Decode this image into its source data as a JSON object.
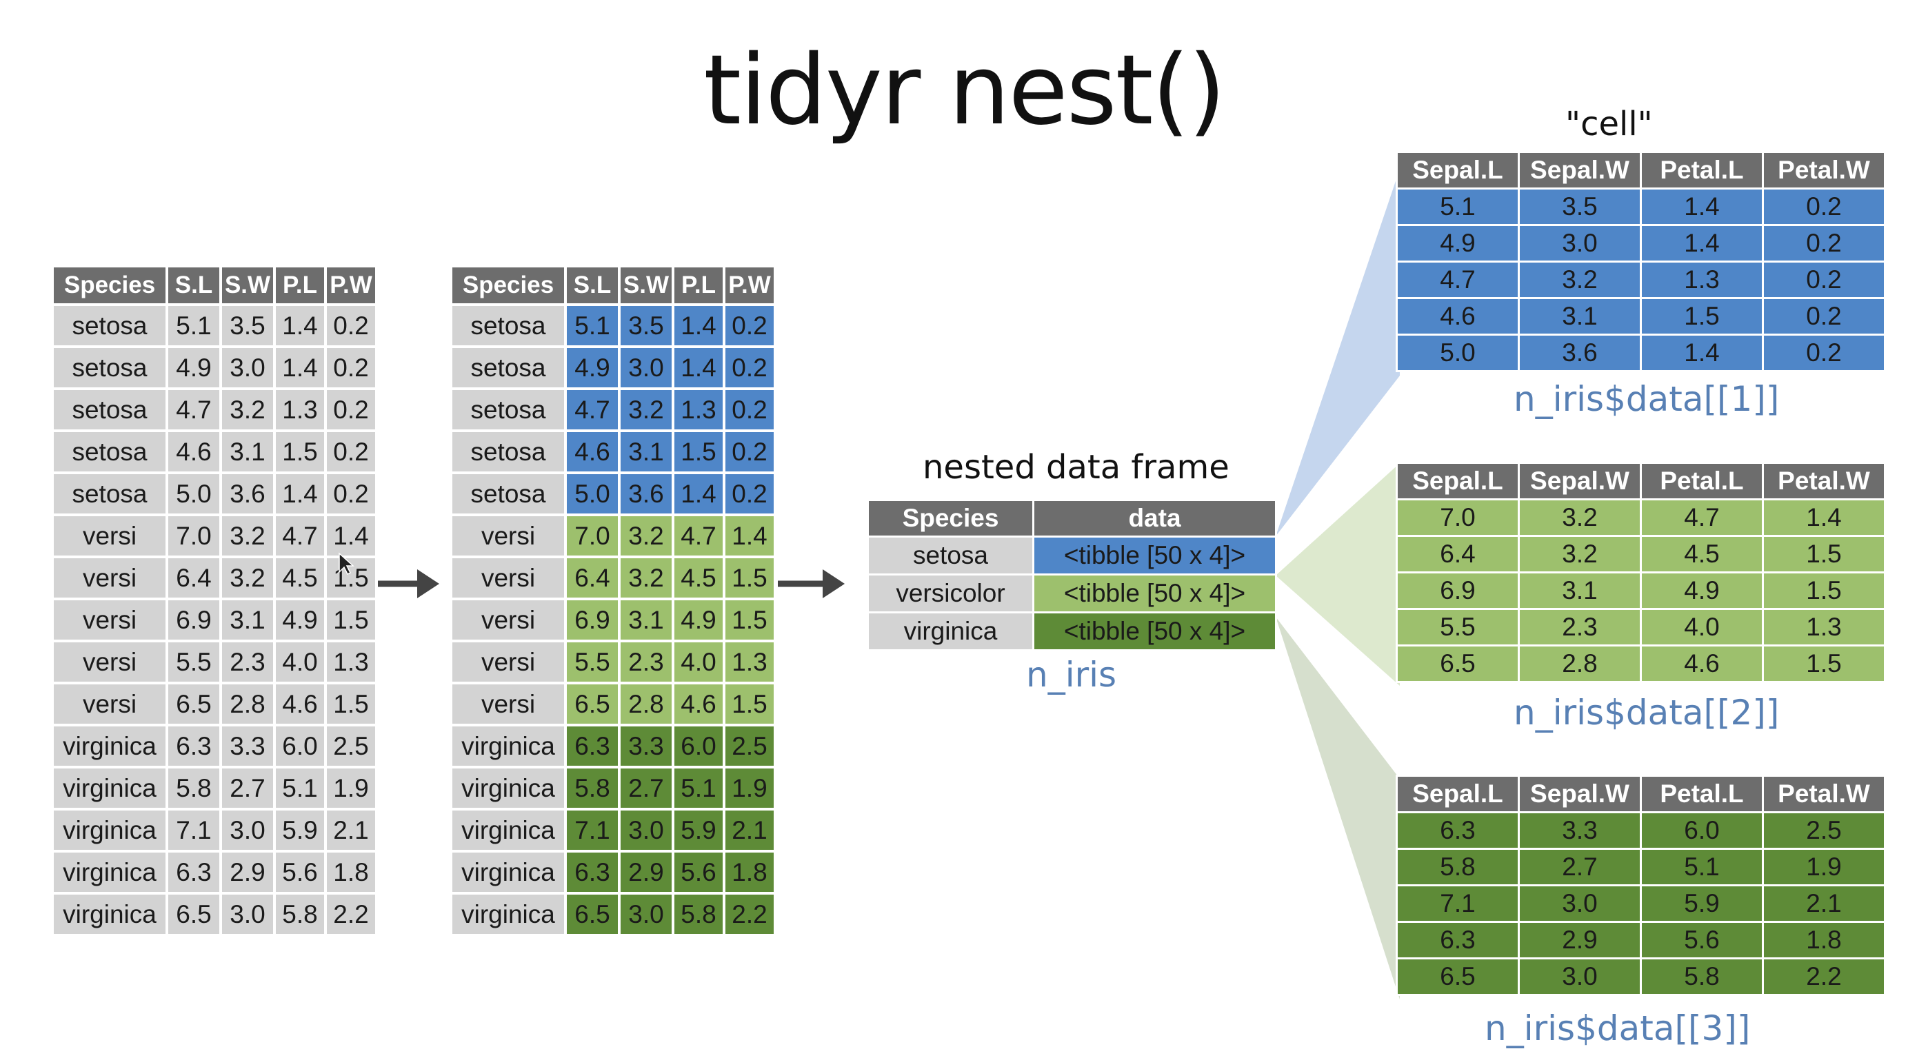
{
  "title": "tidyr nest()",
  "flat_table": {
    "headers": [
      "Species",
      "S.L",
      "S.W",
      "P.L",
      "P.W"
    ],
    "rows": [
      [
        "setosa",
        "5.1",
        "3.5",
        "1.4",
        "0.2"
      ],
      [
        "setosa",
        "4.9",
        "3.0",
        "1.4",
        "0.2"
      ],
      [
        "setosa",
        "4.7",
        "3.2",
        "1.3",
        "0.2"
      ],
      [
        "setosa",
        "4.6",
        "3.1",
        "1.5",
        "0.2"
      ],
      [
        "setosa",
        "5.0",
        "3.6",
        "1.4",
        "0.2"
      ],
      [
        "versi",
        "7.0",
        "3.2",
        "4.7",
        "1.4"
      ],
      [
        "versi",
        "6.4",
        "3.2",
        "4.5",
        "1.5"
      ],
      [
        "versi",
        "6.9",
        "3.1",
        "4.9",
        "1.5"
      ],
      [
        "versi",
        "5.5",
        "2.3",
        "4.0",
        "1.3"
      ],
      [
        "versi",
        "6.5",
        "2.8",
        "4.6",
        "1.5"
      ],
      [
        "virginica",
        "6.3",
        "3.3",
        "6.0",
        "2.5"
      ],
      [
        "virginica",
        "5.8",
        "2.7",
        "5.1",
        "1.9"
      ],
      [
        "virginica",
        "7.1",
        "3.0",
        "5.9",
        "2.1"
      ],
      [
        "virginica",
        "6.3",
        "2.9",
        "5.6",
        "1.8"
      ],
      [
        "virginica",
        "6.5",
        "3.0",
        "5.8",
        "2.2"
      ]
    ]
  },
  "nested_frame": {
    "caption": "nested data frame",
    "headers": [
      "Species",
      "data"
    ],
    "rows": [
      [
        "setosa",
        "<tibble [50 x 4]>"
      ],
      [
        "versicolor",
        "<tibble [50 x 4]>"
      ],
      [
        "virginica",
        "<tibble [50 x 4]>"
      ]
    ],
    "name": "n_iris"
  },
  "cell_label": "\"cell\"",
  "cells": [
    {
      "name": "n_iris$data[[1]]",
      "headers": [
        "Sepal.L",
        "Sepal.W",
        "Petal.L",
        "Petal.W"
      ],
      "rows": [
        [
          "5.1",
          "3.5",
          "1.4",
          "0.2"
        ],
        [
          "4.9",
          "3.0",
          "1.4",
          "0.2"
        ],
        [
          "4.7",
          "3.2",
          "1.3",
          "0.2"
        ],
        [
          "4.6",
          "3.1",
          "1.5",
          "0.2"
        ],
        [
          "5.0",
          "3.6",
          "1.4",
          "0.2"
        ]
      ]
    },
    {
      "name": "n_iris$data[[2]]",
      "headers": [
        "Sepal.L",
        "Sepal.W",
        "Petal.L",
        "Petal.W"
      ],
      "rows": [
        [
          "7.0",
          "3.2",
          "4.7",
          "1.4"
        ],
        [
          "6.4",
          "3.2",
          "4.5",
          "1.5"
        ],
        [
          "6.9",
          "3.1",
          "4.9",
          "1.5"
        ],
        [
          "5.5",
          "2.3",
          "4.0",
          "1.3"
        ],
        [
          "6.5",
          "2.8",
          "4.6",
          "1.5"
        ]
      ]
    },
    {
      "name": "n_iris$data[[3]]",
      "headers": [
        "Sepal.L",
        "Sepal.W",
        "Petal.L",
        "Petal.W"
      ],
      "rows": [
        [
          "6.3",
          "3.3",
          "6.0",
          "2.5"
        ],
        [
          "5.8",
          "2.7",
          "5.1",
          "1.9"
        ],
        [
          "7.1",
          "3.0",
          "5.9",
          "2.1"
        ],
        [
          "6.3",
          "2.9",
          "5.6",
          "1.8"
        ],
        [
          "6.5",
          "3.0",
          "5.8",
          "2.2"
        ]
      ]
    }
  ],
  "colors": {
    "setosa": "#4f86c8",
    "versi": "#9dc06d",
    "virginica": "#5e8b37",
    "header": "#6d6d6d",
    "species_cell": "#d3d3d3",
    "label_blue": "#5880b4"
  },
  "icons": [
    "right-arrow-icon",
    "mouse-cursor-icon"
  ]
}
